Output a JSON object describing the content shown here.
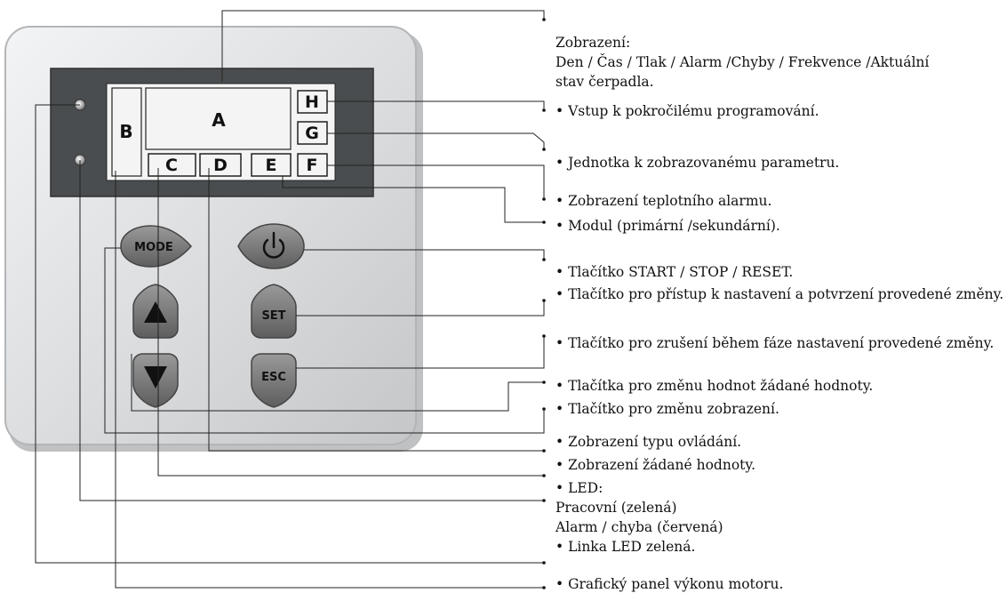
{
  "labels": {
    "a": "A",
    "b": "B",
    "c": "C",
    "d": "D",
    "e": "E",
    "f": "F",
    "g": "G",
    "h": "H"
  },
  "buttons": {
    "mode": "MODE",
    "set": "SET",
    "esc": "ESC"
  },
  "icons": {
    "power": "power-icon",
    "up": "arrow-up-icon",
    "down": "arrow-down-icon"
  },
  "descriptions": {
    "display_title": "Zobrazení:",
    "display_line1": "Den / Čas / Tlak / Alarm /Chyby / Frekvence /Aktuální",
    "display_line2": "stav čerpadla.",
    "advanced_programming": "• Vstup k pokročilému programování.",
    "unit": "• Jednotka k zobrazovanému parametru.",
    "temp_alarm": "• Zobrazení teplotního alarmu.",
    "module": "• Modul (primární /sekundární).",
    "start_stop": "• Tlačítko START / STOP / RESET.",
    "set_button": "• Tlačítko pro přístup k nastavení a potvrzení provedené změny.",
    "esc_button": "• Tlačítko pro zrušení během fáze nastavení provedené změny.",
    "arrow_buttons": "• Tlačítka pro změnu hodnot žádané hodnoty.",
    "mode_button": "• Tlačítko pro změnu zobrazení.",
    "control_type": "• Zobrazení typu ovládání.",
    "setpoint": "• Zobrazení žádané hodnoty.",
    "led_title": "• LED:",
    "led_working": "Pracovní (zelená)",
    "led_alarm": "Alarm / chyba (červená)",
    "led_line": "• Linka LED zelená.",
    "motor_power": "• Grafický panel výkonu motoru."
  }
}
